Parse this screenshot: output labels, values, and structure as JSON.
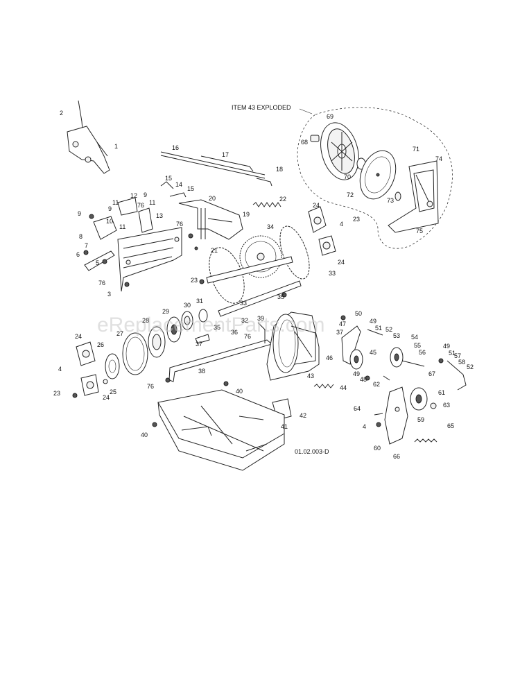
{
  "diagram": {
    "header_label": "ITEM 43 EXPLODED",
    "code": "01.02.003-D",
    "watermark": "eReplacementParts.com"
  },
  "callouts": [
    {
      "id": "c1",
      "text": "1"
    },
    {
      "id": "c2",
      "text": "2"
    },
    {
      "id": "c3",
      "text": "3"
    },
    {
      "id": "c4a",
      "text": "4"
    },
    {
      "id": "c4b",
      "text": "4"
    },
    {
      "id": "c4c",
      "text": "4"
    },
    {
      "id": "c5",
      "text": "5"
    },
    {
      "id": "c6",
      "text": "6"
    },
    {
      "id": "c7",
      "text": "7"
    },
    {
      "id": "c8",
      "text": "8"
    },
    {
      "id": "c9a",
      "text": "9"
    },
    {
      "id": "c9b",
      "text": "9"
    },
    {
      "id": "c9c",
      "text": "9"
    },
    {
      "id": "c10",
      "text": "10"
    },
    {
      "id": "c11a",
      "text": "11"
    },
    {
      "id": "c11b",
      "text": "11"
    },
    {
      "id": "c11c",
      "text": "11"
    },
    {
      "id": "c12",
      "text": "12"
    },
    {
      "id": "c13",
      "text": "13"
    },
    {
      "id": "c14",
      "text": "14"
    },
    {
      "id": "c15a",
      "text": "15"
    },
    {
      "id": "c15b",
      "text": "15"
    },
    {
      "id": "c16",
      "text": "16"
    },
    {
      "id": "c17",
      "text": "17"
    },
    {
      "id": "c18",
      "text": "18"
    },
    {
      "id": "c19",
      "text": "19"
    },
    {
      "id": "c20",
      "text": "20"
    },
    {
      "id": "c21",
      "text": "21"
    },
    {
      "id": "c22",
      "text": "22"
    },
    {
      "id": "c23a",
      "text": "23"
    },
    {
      "id": "c23b",
      "text": "23"
    },
    {
      "id": "c23c",
      "text": "23"
    },
    {
      "id": "c24a",
      "text": "24"
    },
    {
      "id": "c24b",
      "text": "24"
    },
    {
      "id": "c24c",
      "text": "24"
    },
    {
      "id": "c24d",
      "text": "24"
    },
    {
      "id": "c25",
      "text": "25"
    },
    {
      "id": "c26",
      "text": "26"
    },
    {
      "id": "c27",
      "text": "27"
    },
    {
      "id": "c28",
      "text": "28"
    },
    {
      "id": "c29",
      "text": "29"
    },
    {
      "id": "c30",
      "text": "30"
    },
    {
      "id": "c31",
      "text": "31"
    },
    {
      "id": "c32",
      "text": "32"
    },
    {
      "id": "c33a",
      "text": "33"
    },
    {
      "id": "c33b",
      "text": "33"
    },
    {
      "id": "c34",
      "text": "34"
    },
    {
      "id": "c35a",
      "text": "35"
    },
    {
      "id": "c35b",
      "text": "35"
    },
    {
      "id": "c36",
      "text": "36"
    },
    {
      "id": "c37a",
      "text": "37"
    },
    {
      "id": "c37b",
      "text": "37"
    },
    {
      "id": "c38",
      "text": "38"
    },
    {
      "id": "c39",
      "text": "39"
    },
    {
      "id": "c40a",
      "text": "40"
    },
    {
      "id": "c40b",
      "text": "40"
    },
    {
      "id": "c41",
      "text": "41"
    },
    {
      "id": "c42",
      "text": "42"
    },
    {
      "id": "c43",
      "text": "43"
    },
    {
      "id": "c44",
      "text": "44"
    },
    {
      "id": "c45",
      "text": "45"
    },
    {
      "id": "c46",
      "text": "46"
    },
    {
      "id": "c47",
      "text": "47"
    },
    {
      "id": "c48",
      "text": "48"
    },
    {
      "id": "c49a",
      "text": "49"
    },
    {
      "id": "c49b",
      "text": "49"
    },
    {
      "id": "c49c",
      "text": "49"
    },
    {
      "id": "c50",
      "text": "50"
    },
    {
      "id": "c51a",
      "text": "51"
    },
    {
      "id": "c51b",
      "text": "51"
    },
    {
      "id": "c52a",
      "text": "52"
    },
    {
      "id": "c52b",
      "text": "52"
    },
    {
      "id": "c53",
      "text": "53"
    },
    {
      "id": "c54",
      "text": "54"
    },
    {
      "id": "c55",
      "text": "55"
    },
    {
      "id": "c56",
      "text": "56"
    },
    {
      "id": "c57",
      "text": "57"
    },
    {
      "id": "c58",
      "text": "58"
    },
    {
      "id": "c59",
      "text": "59"
    },
    {
      "id": "c60",
      "text": "60"
    },
    {
      "id": "c61",
      "text": "61"
    },
    {
      "id": "c62",
      "text": "62"
    },
    {
      "id": "c63",
      "text": "63"
    },
    {
      "id": "c64",
      "text": "64"
    },
    {
      "id": "c65",
      "text": "65"
    },
    {
      "id": "c66",
      "text": "66"
    },
    {
      "id": "c67",
      "text": "67"
    },
    {
      "id": "c68",
      "text": "68"
    },
    {
      "id": "c69",
      "text": "69"
    },
    {
      "id": "c70",
      "text": "70"
    },
    {
      "id": "c71",
      "text": "71"
    },
    {
      "id": "c72",
      "text": "72"
    },
    {
      "id": "c73",
      "text": "73"
    },
    {
      "id": "c74",
      "text": "74"
    },
    {
      "id": "c75",
      "text": "75"
    },
    {
      "id": "c76a",
      "text": "76"
    },
    {
      "id": "c76b",
      "text": "76"
    },
    {
      "id": "c76c",
      "text": "76"
    },
    {
      "id": "c76d",
      "text": "76"
    },
    {
      "id": "c76e",
      "text": "76"
    }
  ],
  "colors": {
    "ink": "#222222",
    "paper": "#ffffff",
    "watermark": "#c8c8c8"
  }
}
